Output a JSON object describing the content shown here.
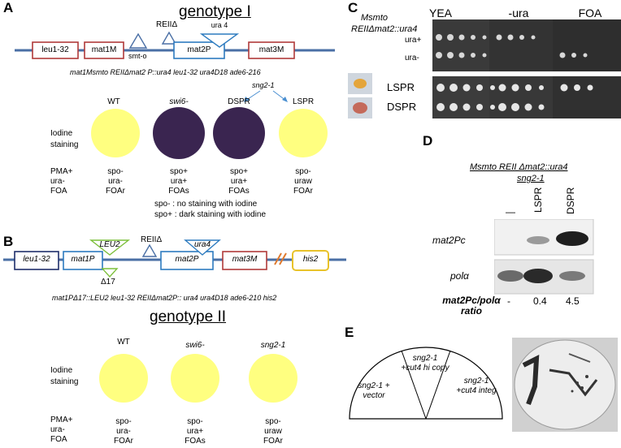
{
  "panels": {
    "A": "A",
    "B": "B",
    "C": "C",
    "D": "D",
    "E": "E"
  },
  "A": {
    "title": "genotype I",
    "boxes": {
      "leu1": "leu1-32",
      "mat1M": "mat1M",
      "mat2P": "mat2P",
      "mat3M": "mat3M"
    },
    "ura4": "ura 4",
    "rei": "REIIΔ",
    "smt": "smt-o",
    "genotype": "mat1Msmto REIIΔmat2 P::ura4 leu1-32 ura4D18 ade6-216",
    "sng": "sng2-1",
    "cols": [
      "WT",
      "swi6-",
      "DSPR",
      "LSPR"
    ],
    "iodine": "Iodine staining",
    "row_labels": [
      "PMA+",
      "ura-",
      "FOA"
    ],
    "phenos": [
      [
        "spo-",
        "ura-",
        "FOAr"
      ],
      [
        "spo+",
        "ura+",
        "FOAs"
      ],
      [
        "spo+",
        "ura+",
        "FOAs"
      ],
      [
        "spo-",
        "uraw",
        "FOAr"
      ]
    ],
    "legend1": "spo- : no staining with iodine",
    "legend2": "spo+ : dark staining with iodine"
  },
  "B": {
    "boxes": {
      "leu1": "leu1-32",
      "mat1P": "mat1P",
      "mat2P": "mat2P",
      "mat3M": "mat3M",
      "his2": "his2"
    },
    "leu2": "LEU2",
    "ura4": "ura4",
    "d17": "Δ17",
    "rei": "REIIΔ",
    "genotype": "mat1PΔ17::LEU2 leu1-32 REIIΔmat2P:: ura4 ura4D18 ade6-210 his2",
    "title": "genotype II",
    "cols": [
      "WT",
      "swi6-",
      "sng2-1"
    ],
    "iodine": "Iodine staining",
    "row_labels": [
      "PMA+",
      "ura-",
      "FOA"
    ],
    "phenos": [
      [
        "spo-",
        "ura-",
        "FOAr"
      ],
      [
        "spo-",
        "ura+",
        "FOAs"
      ],
      [
        "spo-",
        "uraw",
        "FOAr"
      ]
    ]
  },
  "C": {
    "strain1": "Msmto",
    "strain2": "REIIΔmat2::ura4",
    "media": [
      "YEA",
      "-ura",
      "FOA"
    ],
    "rows": [
      "ura+",
      "ura-",
      "LSPR",
      "DSPR"
    ]
  },
  "D": {
    "header1": "Msmto REII Δmat2::ura4",
    "header2": "sng2-1",
    "lanes": [
      "—",
      "LSPR",
      "DSPR"
    ],
    "rows": [
      "mat2Pc",
      "polα"
    ],
    "ratio_label": "mat2Pc/polα ratio",
    "ratios": [
      "-",
      "0.4",
      "4.5"
    ]
  },
  "E": {
    "s1": "sng2-1 + vector",
    "s2a": "sng2-1",
    "s2b": "+cut4 hi copy",
    "s3a": "sng2-1",
    "s3b": "+cut4 integ"
  }
}
